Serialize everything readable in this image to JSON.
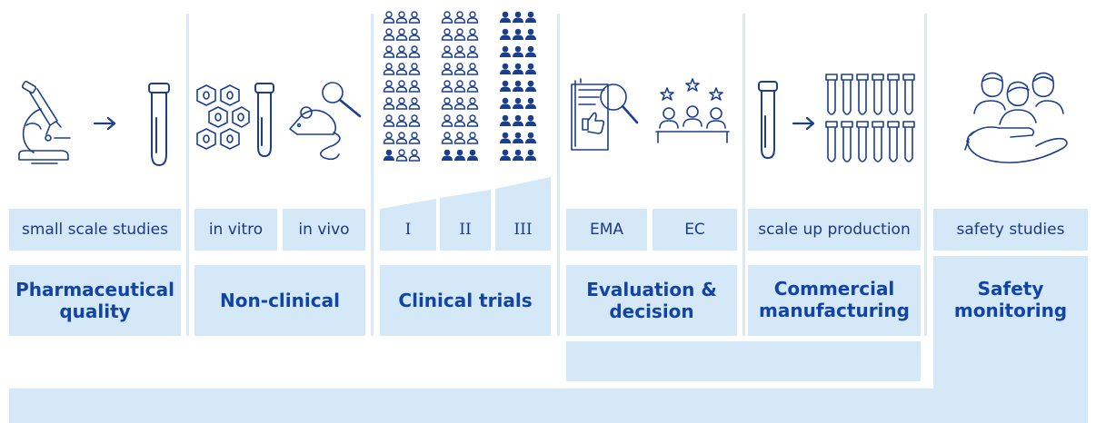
{
  "stages": [
    {
      "sublabels": [
        "small scale studies"
      ],
      "title_lines": [
        "Pharmaceutical",
        "quality"
      ]
    },
    {
      "sublabels": [
        "in vitro",
        "in vivo"
      ],
      "title_lines": [
        "Non-clinical"
      ]
    },
    {
      "sublabels": [
        "I",
        "II",
        "III"
      ],
      "title_lines": [
        "Clinical trials"
      ]
    },
    {
      "sublabels": [
        "EMA",
        "EC"
      ],
      "title_lines": [
        "Evaluation &",
        "decision"
      ]
    },
    {
      "sublabels": [
        "scale up production"
      ],
      "title_lines": [
        "Commercial",
        "manufacturing"
      ]
    },
    {
      "sublabels": [
        "safety studies"
      ],
      "title_lines": [
        "Safety",
        "monitoring"
      ]
    }
  ],
  "icons": [
    "microscope-icon",
    "arrow-right-icon",
    "test-tube-icon",
    "cells-icon",
    "mouse-icon",
    "magnifier-icon",
    "people-grid-icon",
    "document-thumbs-up-icon",
    "committee-stars-icon",
    "test-tubes-array-icon",
    "care-hand-people-icon"
  ],
  "colors": {
    "accent": "#1a3f8f",
    "title_text": "#1244a6",
    "box_fill": "#d4e8f7",
    "divider": "#dbe9f5"
  }
}
